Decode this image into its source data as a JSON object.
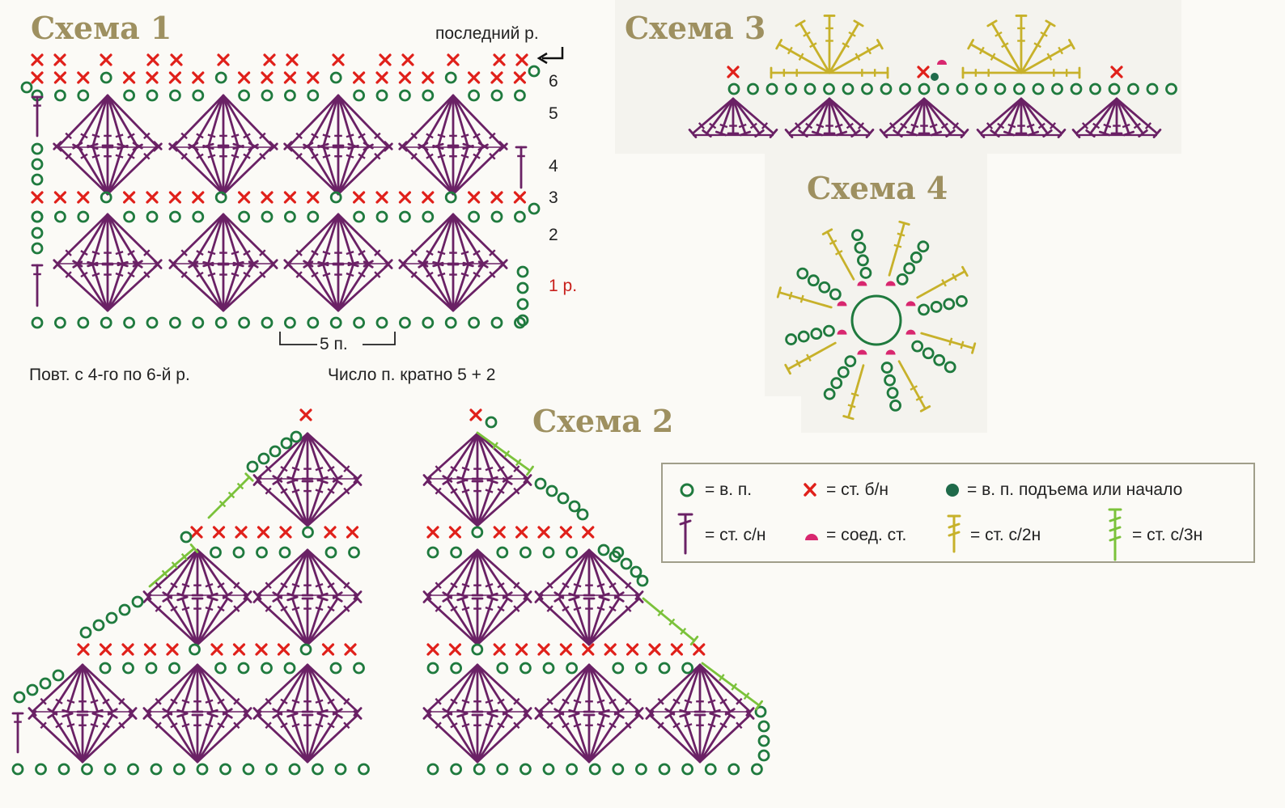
{
  "colors": {
    "chain": "#1f7a3e",
    "sc": "#e0201a",
    "dc": "#6a2165",
    "slip": "#d8276f",
    "hdc": "#c7b12a",
    "tr": "#7bc23b",
    "title": "#9e9060",
    "text": "#222222",
    "row_one": "#c8201c"
  },
  "scheme1": {
    "title": "Схема 1",
    "last_row_label": "последний р.",
    "row_numbers": [
      "6",
      "5",
      "4",
      "3",
      "2",
      "1 р."
    ],
    "repeat_label": "5 п.",
    "note_repeat": "Повт. с 4-го по 6-й р.",
    "note_multiple": "Число п. кратно 5 + 2"
  },
  "scheme2": {
    "title": "Схема 2"
  },
  "scheme3": {
    "title": "Схема 3"
  },
  "scheme4": {
    "title": "Схема 4"
  },
  "legend": {
    "items": [
      {
        "icon": "chain-icon",
        "text": "= в. п."
      },
      {
        "icon": "single-crochet-icon",
        "text": "= ст. б/н"
      },
      {
        "icon": "turning-chain-icon",
        "text": "= в. п. подъема или начало"
      },
      {
        "icon": "double-crochet-icon",
        "text": "= ст. с/н"
      },
      {
        "icon": "slip-stitch-icon",
        "text": "= соед. ст."
      },
      {
        "icon": "half-double-crochet-icon",
        "text": "= ст. с/2н"
      },
      {
        "icon": "treble-crochet-icon",
        "text": "= ст. с/3н"
      }
    ]
  }
}
